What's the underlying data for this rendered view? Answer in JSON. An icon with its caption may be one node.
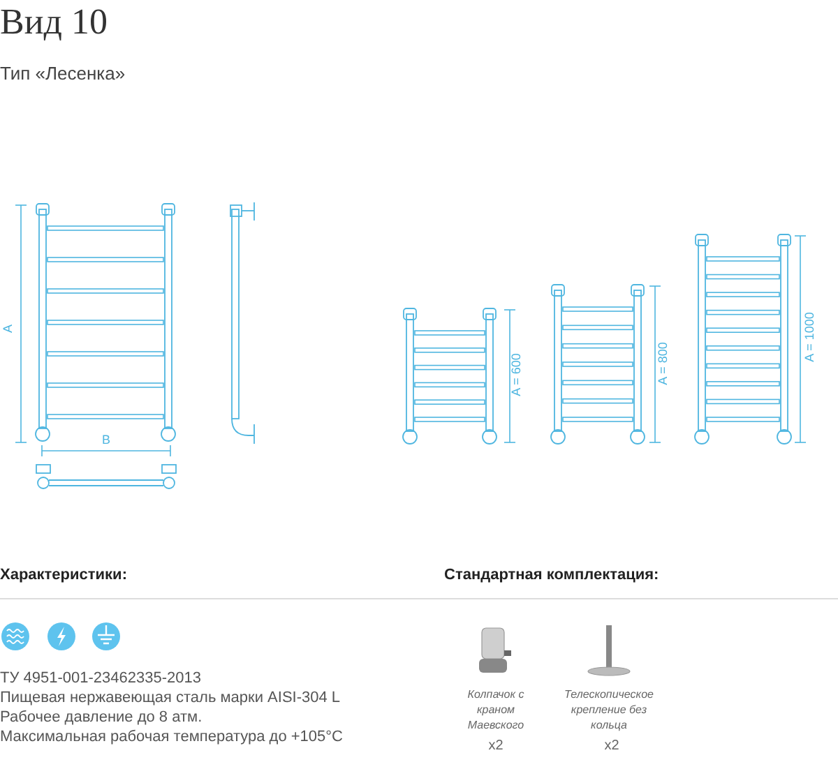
{
  "diagram": {
    "title": "Вид 10",
    "labels": [
      "Тип «Лесенка»",
      "A",
      "B",
      "A = 600",
      "A = 800",
      "A = 1000",
      "Характеристики:",
      "Стандартная комплектация:",
      "ТУ 4951-001-23462335-2013",
      "Пищевая нержавеющая сталь марки AISI-304 L",
      "Рабочее давление до 8 атм.",
      "Максимальная рабочая температура до +105°С",
      "Колпачок с краном Маевского",
      "x2",
      "Телескопическое крепление без кольца",
      "x2"
    ]
  }
}
